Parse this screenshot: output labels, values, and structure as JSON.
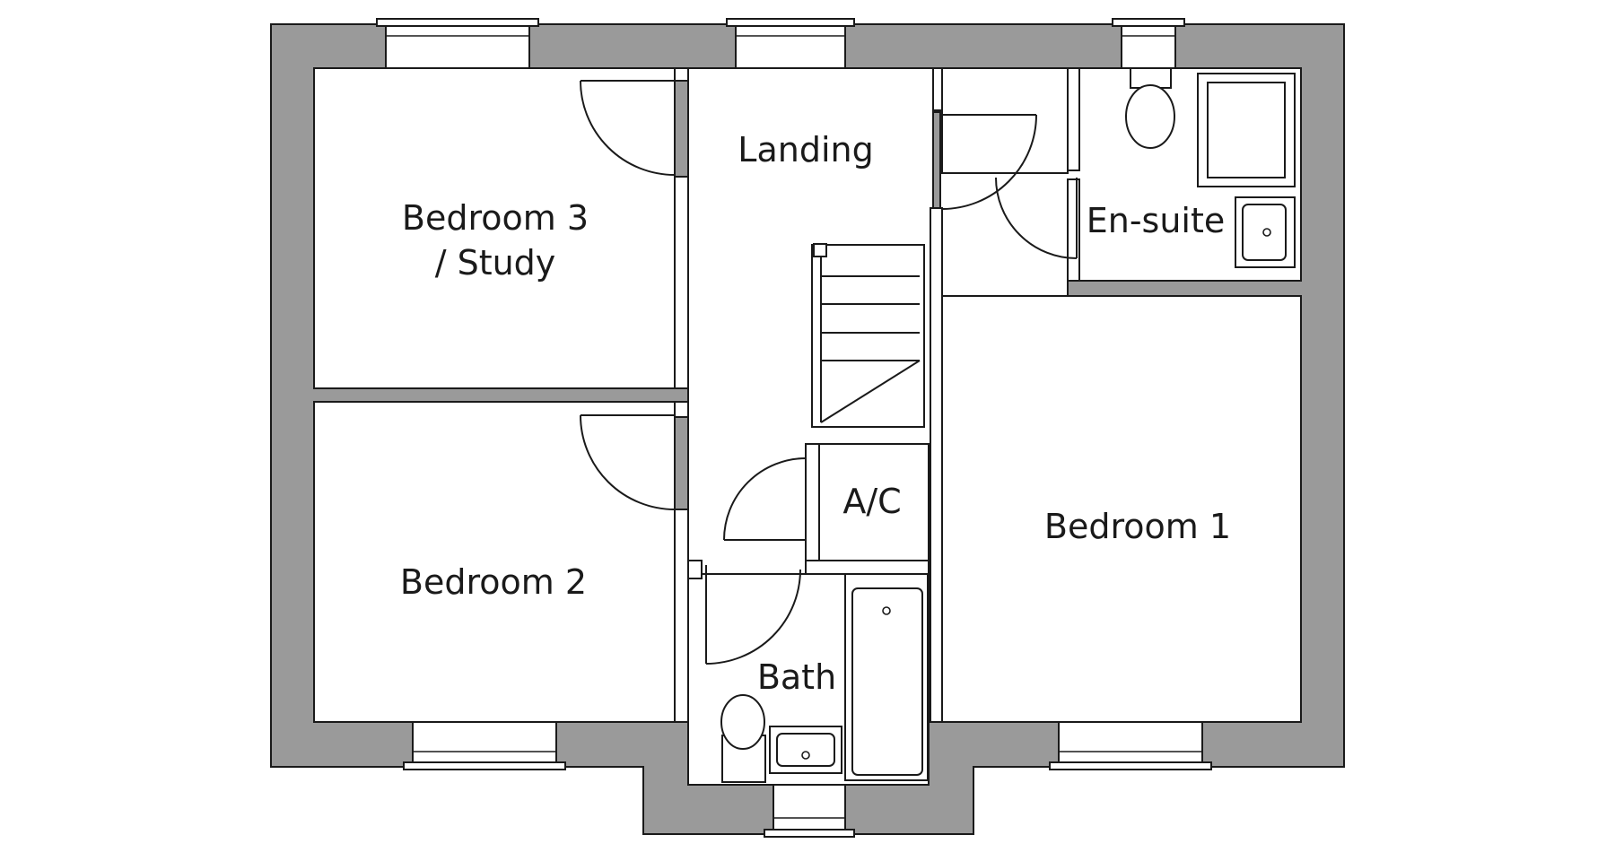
{
  "rooms": {
    "bedroom3_line1": "Bedroom 3",
    "bedroom3_line2": "/ Study",
    "landing": "Landing",
    "ensuite": "En-suite",
    "ac": "A/C",
    "bedroom1": "Bedroom 1",
    "bedroom2": "Bedroom 2",
    "bath": "Bath"
  },
  "colors": {
    "wall": "#9a9a9a",
    "line": "#1a1a1a",
    "background": "#ffffff"
  }
}
